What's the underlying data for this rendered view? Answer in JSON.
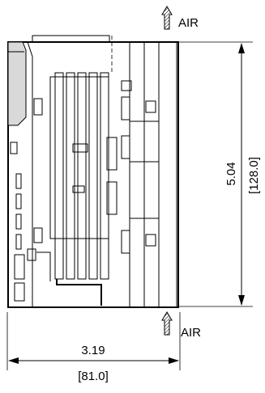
{
  "drawing": {
    "air_top_label": "AIR",
    "air_bottom_label": "AIR",
    "height_in": "5.04",
    "height_mm": "[128.0]",
    "depth_in": "3.19",
    "depth_mm": "[81.0]"
  }
}
